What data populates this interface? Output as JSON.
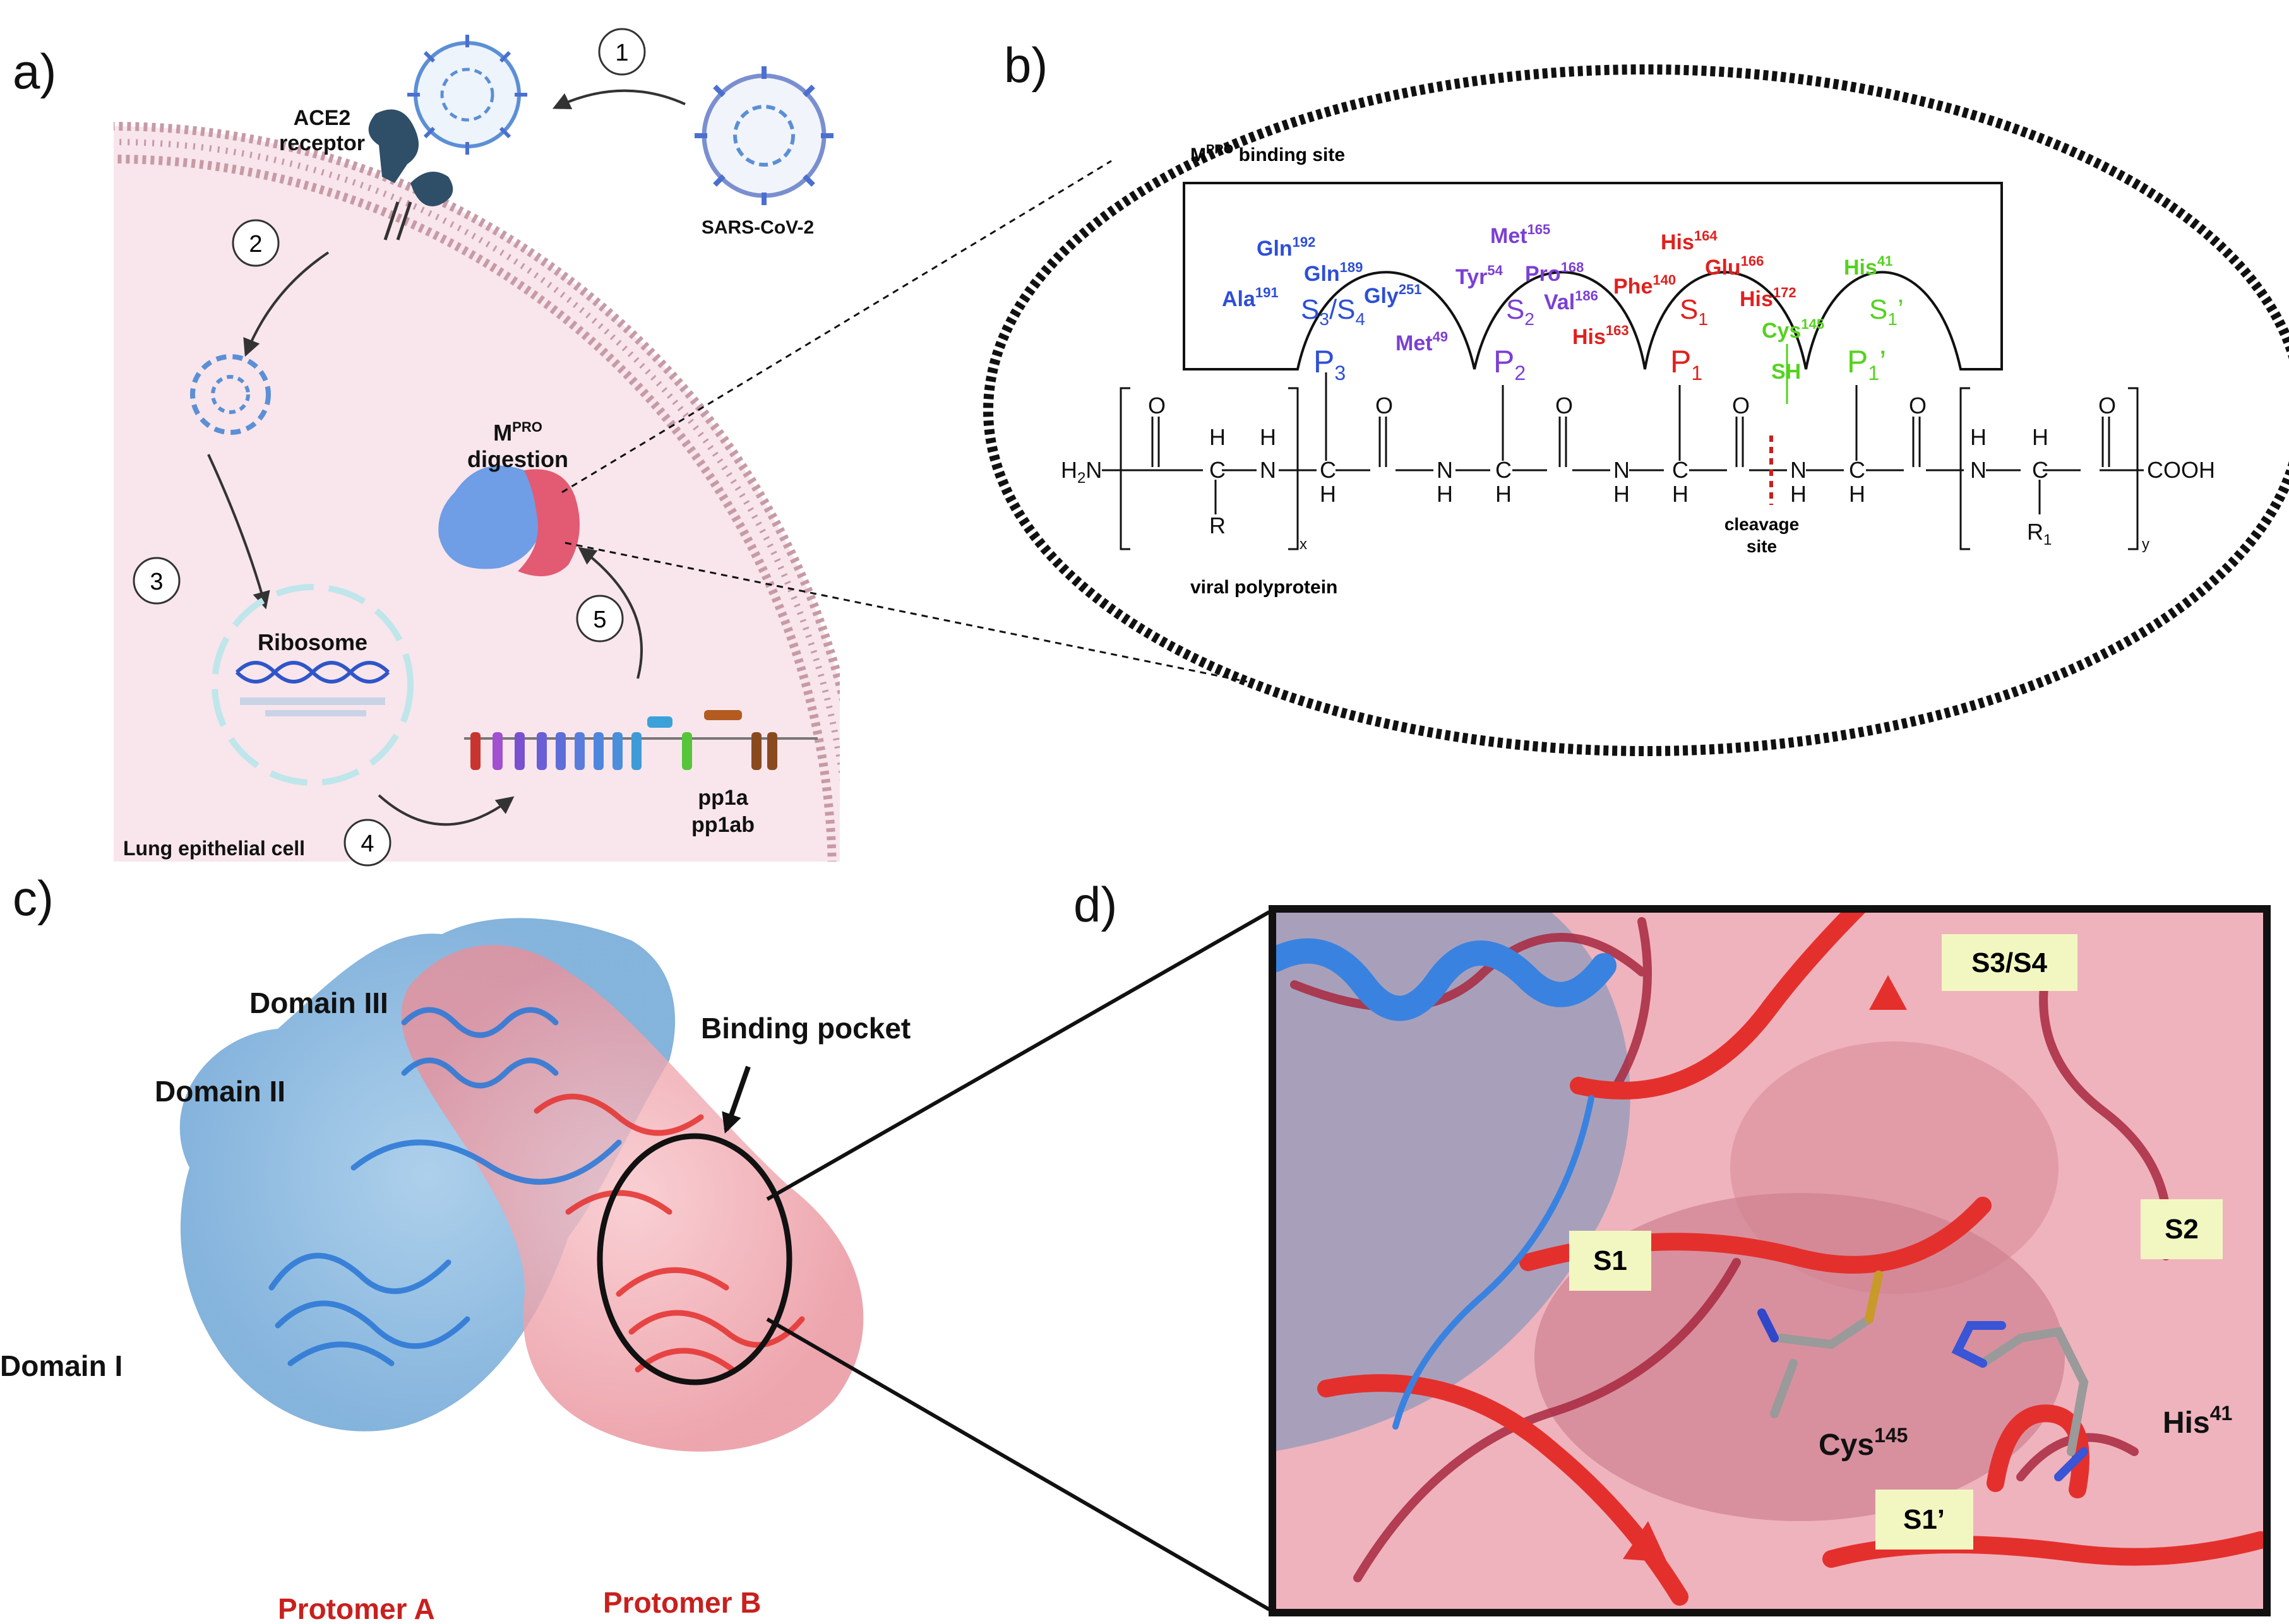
{
  "panels": {
    "a": {
      "letter": "a)",
      "steps": [
        "1",
        "2",
        "3",
        "4",
        "5"
      ],
      "ace2_line1": "ACE2",
      "ace2_line2": "receptor",
      "virus": "SARS-CoV-2",
      "mpro_base": "M",
      "mpro_sup": "PRO",
      "mpro_digestion": "digestion",
      "ribosome": "Ribosome",
      "pp1a": "pp1a",
      "pp1ab": "pp1ab",
      "cell": "Lung epithelial cell"
    },
    "b": {
      "letter": "b)",
      "binding_site_base": "M",
      "binding_site_sup": "PRO",
      "binding_site_rest": " binding site",
      "viral_polyprotein": "viral polyprotein",
      "cleavage_line1": "cleavage",
      "cleavage_line2": "site",
      "residues": {
        "ala": {
          "name": "Ala",
          "num": "191"
        },
        "gln192": {
          "name": "Gln",
          "num": "192"
        },
        "gln189": {
          "name": "Gln",
          "num": "189"
        },
        "gly": {
          "name": "Gly",
          "num": "251"
        },
        "met49": {
          "name": "Met",
          "num": "49"
        },
        "tyr": {
          "name": "Tyr",
          "num": "54"
        },
        "met165": {
          "name": "Met",
          "num": "165"
        },
        "pro": {
          "name": "Pro",
          "num": "168"
        },
        "val": {
          "name": "Val",
          "num": "186"
        },
        "phe": {
          "name": "Phe",
          "num": "140"
        },
        "his163": {
          "name": "His",
          "num": "163"
        },
        "his164": {
          "name": "His",
          "num": "164"
        },
        "glu": {
          "name": "Glu",
          "num": "166"
        },
        "his172": {
          "name": "His",
          "num": "172"
        },
        "cys": {
          "name": "Cys",
          "num": "145"
        },
        "his41": {
          "name": "His",
          "num": "41"
        }
      },
      "subsites": {
        "s3s4": {
          "a": "S",
          "a_sub": "3",
          "slash": "/S",
          "b_sub": "4"
        },
        "s2": {
          "a": "S",
          "a_sub": "2"
        },
        "s1": {
          "a": "S",
          "a_sub": "1"
        },
        "s1p": {
          "a": "S",
          "a_sub": "1",
          "prime": "’"
        }
      },
      "positions": {
        "p3": {
          "a": "P",
          "sub": "3"
        },
        "p2": {
          "a": "P",
          "sub": "2"
        },
        "p1": {
          "a": "P",
          "sub": "1"
        },
        "p1p": {
          "a": "P",
          "sub": "1",
          "prime": "’"
        }
      },
      "chem": {
        "h2n": "H",
        "h2n_sub": "2",
        "h2n_n": "N",
        "o": "O",
        "h": "H",
        "n": "N",
        "c": "C",
        "r": "R",
        "r1": "R",
        "r1_sub": "1",
        "x": "x",
        "y": "y",
        "sh": "SH",
        "cooh": "COOH"
      }
    },
    "c": {
      "letter": "c)",
      "domain3": "Domain III",
      "domain2": "Domain II",
      "domain1": "Domain I",
      "binding_pocket": "Binding pocket",
      "protomer_a": "Protomer A",
      "protomer_b": "Protomer B"
    },
    "d": {
      "letter": "d)",
      "s3s4": "S3/S4",
      "s2": "S2",
      "s1": "S1",
      "s1p": "S1’",
      "cys": "Cys",
      "cys_sup": "145",
      "his": "His",
      "his_sup": "41"
    }
  },
  "colors": {
    "residue_blue": "#2d4fd6",
    "residue_purple": "#7b3fd4",
    "residue_red": "#e0201e",
    "residue_green": "#55d21f",
    "protomer_label": "#c8201e",
    "cell_pink": "#f8e6ec",
    "membrane": "#c79aa6",
    "label_box": "#f2f7c2"
  }
}
